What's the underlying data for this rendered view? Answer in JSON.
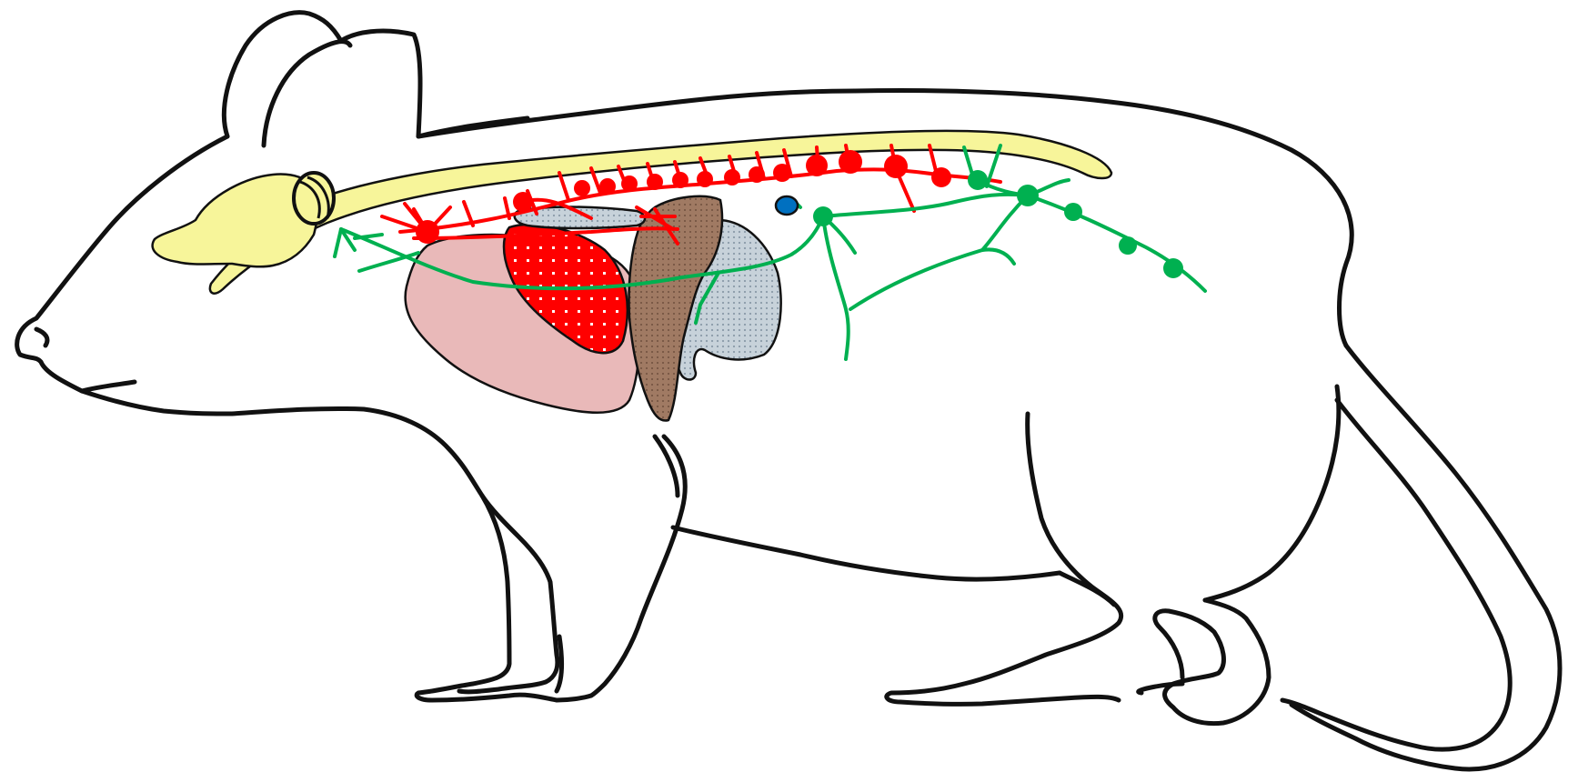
{
  "diagram": {
    "subject": "mouse-anatomy",
    "colors": {
      "outline": "#111111",
      "background": "#ffffff",
      "brain_spinal_cord": "#f7f59a",
      "sympathetic": "#ff0000",
      "parasympathetic": "#00b050",
      "heart": "#ff0000",
      "lung": "#e9b9b9",
      "liver": "#a07a63",
      "stomach": "#c7d2da",
      "organ_small": "#0070c0"
    },
    "elements": [
      "body-outline",
      "brain",
      "spinal-cord",
      "sympathetic-chain",
      "vagus-network",
      "heart",
      "lung",
      "liver",
      "stomach",
      "small-blue-organ"
    ]
  }
}
